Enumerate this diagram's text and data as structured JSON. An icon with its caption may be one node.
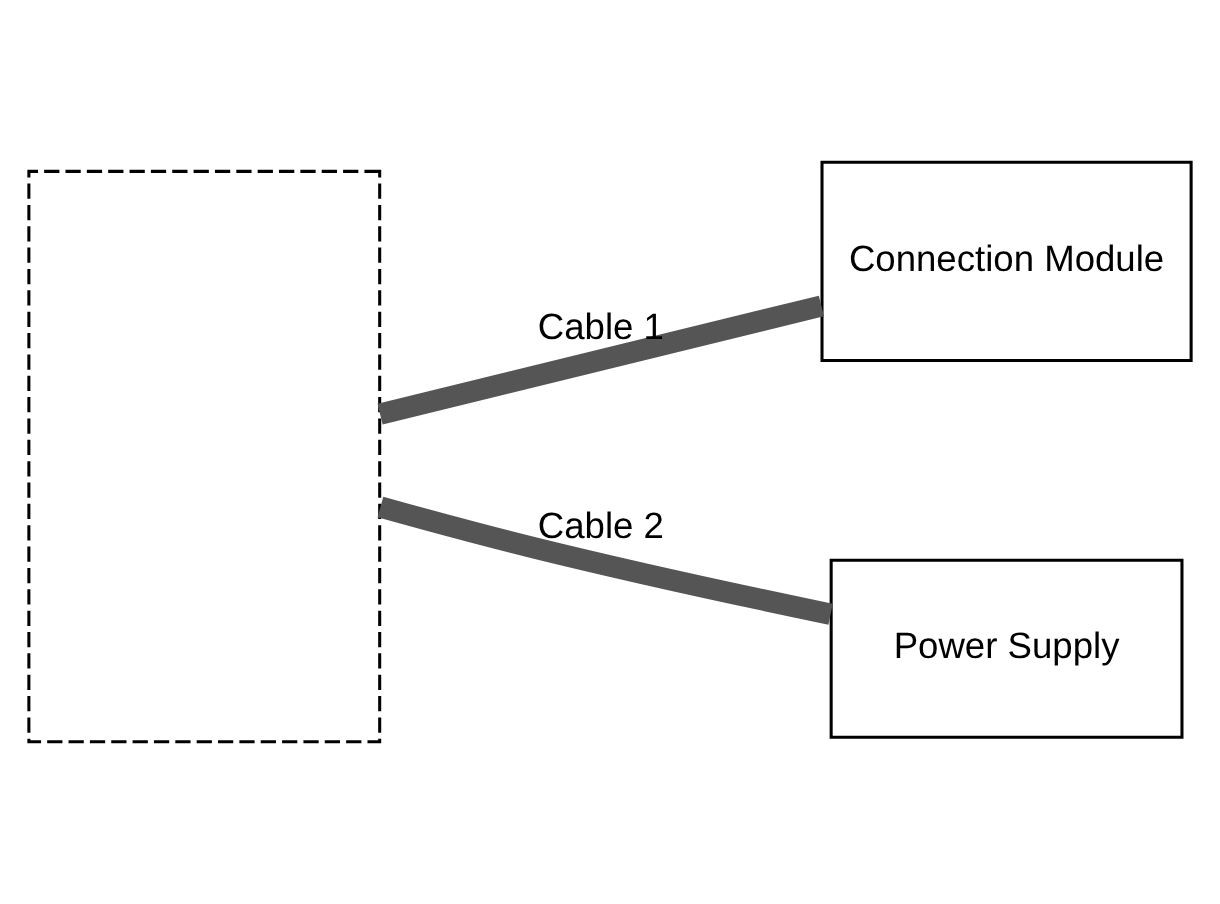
{
  "diagram": {
    "nodes": [
      {
        "text": [],
        "shape": "box"
      },
      {
        "text": [
          "Connection Module"
        ]
      },
      {
        "text": [
          "Power Supply"
        ]
      }
    ],
    "edges": [
      {
        "from": 0,
        "to": 1,
        "arrow": "none",
        "label": "Cable 1"
      },
      {
        "from": 0,
        "to": 2,
        "arrow": "none",
        "label": "Cable 2"
      }
    ]
  }
}
